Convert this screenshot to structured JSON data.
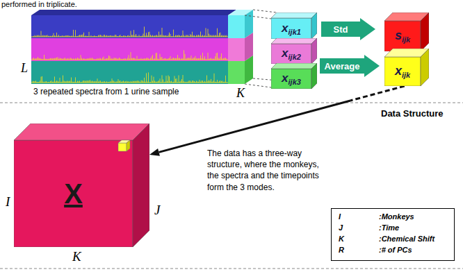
{
  "diagram": {
    "nodes": [
      {
        "text": [
          "x",
          "ijk1"
        ]
      },
      {
        "text": [
          "x",
          "ijk2"
        ]
      },
      {
        "text": [
          "x",
          "ijk3"
        ]
      },
      {
        "text": [
          "Std"
        ]
      },
      {
        "text": [
          "s",
          "ijk"
        ]
      },
      {
        "text": [
          "Average"
        ]
      },
      {
        "text": [
          "x",
          "ijk"
        ]
      },
      {
        "text": [
          "X"
        ]
      },
      {
        "text": [
          "I",
          ":Monkeys",
          "J",
          ":Time",
          "K",
          ":Chemical Shift",
          "R",
          ":# of PCs"
        ]
      }
    ],
    "edges": [
      {
        "from": 6,
        "to": 7,
        "arrow": "to"
      }
    ],
    "labels": [
      "performed in triplicate.",
      "L",
      "3 repeated spectra from 1 urine sample",
      "K",
      "Data Structure",
      "The data has a three-way structure, where the monkeys, the spectra and the timepoints form the 3 modes.",
      "I",
      "J",
      "K"
    ]
  }
}
